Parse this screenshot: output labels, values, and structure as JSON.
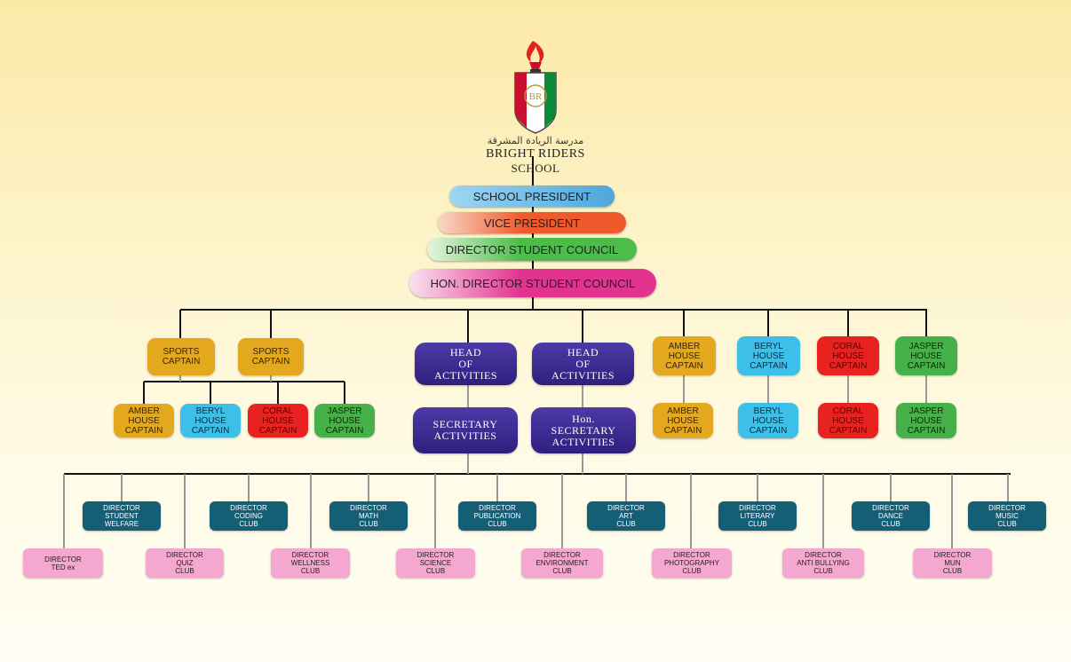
{
  "school": {
    "name_arabic": "مدرسة الريادة المشرقة",
    "name_line1": "BRIGHT RIDERS",
    "name_line2": "SCHOOL",
    "crest_letters": "BR"
  },
  "top_roles": {
    "school_president": "SCHOOL PRESIDENT",
    "vice_president": "VICE PRESIDENT",
    "director_student_council": "DIRECTOR STUDENT COUNCIL",
    "hon_director_student_council": "HON. DIRECTOR STUDENT COUNCIL"
  },
  "second_tier": {
    "sports_captain_1": "SPORTS\nCAPTAIN",
    "sports_captain_2": "SPORTS\nCAPTAIN",
    "head_activities_1": "HEAD\nOF\nACTIVITIES",
    "head_activities_2": "HEAD\nOF\nACTIVITIES",
    "amber_house_captain": "AMBER\nHOUSE\nCAPTAIN",
    "beryl_house_captain": "BERYL\nHOUSE\nCAPTAIN",
    "coral_house_captain": "CORAL\nHOUSE\nCAPTAIN",
    "jasper_house_captain": "JASPER\nHOUSE\nCAPTAIN"
  },
  "third_tier": {
    "amber_sports": "AMBER\nHOUSE\nCAPTAIN",
    "beryl_sports": "BERYL\nHOUSE\nCAPTAIN",
    "coral_sports": "CORAL\nHOUSE\nCAPTAIN",
    "jasper_sports": "JASPER\nHOUSE\nCAPTAIN",
    "secretary_activities": "SECRETARY\nACTIVITIES",
    "hon_secretary_activities": "Hon.\nSECRETARY\nACTIVITIES",
    "amber_house": "AMBER\nHOUSE\nCAPTAIN",
    "beryl_house": "BERYL\nHOUSE\nCAPTAIN",
    "coral_house": "CORAL\nHOUSE\nCAPTAIN",
    "jasper_house": "JASPER\nHOUSE\nCAPTAIN"
  },
  "directors_upper": {
    "student_welfare": "DIRECTOR\nSTUDENT\nWELFARE",
    "coding_club": "DIRECTOR\nCODING\nCLUB",
    "math_club": "DIRECTOR\nMATH\nCLUB",
    "publication_club": "DIRECTOR\nPUBLICATION\nCLUB",
    "art_club": "DIRECTOR\nART\nCLUB",
    "literary_club": "DIRECTOR\nLITERARY\nCLUB",
    "dance_club": "DIRECTOR\nDANCE\nCLUB",
    "music_club": "DIRECTOR\nMUSIC\nCLUB"
  },
  "directors_lower": {
    "ted_ex": "DIRECTOR\nTED ex",
    "quiz_club": "DIRECTOR\nQUIZ\nCLUB",
    "wellness_club": "DIRECTOR\nWELLNESS\nCLUB",
    "science_club": "DIRECTOR\nSCIENCE\nCLUB",
    "environment_club": "DIRECTOR\nENVIRONMENT\nCLUB",
    "photography_club": "DIRECTOR\nPHOTOGRAPHY\nCLUB",
    "anti_bullying_club": "DIRECTOR\nANTI BULLYING\nCLUB",
    "mun_club": "DIRECTOR\nMUN\nCLUB"
  },
  "colors": {
    "amber": "#e4a81e",
    "beryl": "#3cc0ea",
    "coral": "#e8231f",
    "jasper": "#46b148",
    "activities": "#3b2a92",
    "director_teal": "#155f76",
    "director_pink": "#f4a7cf",
    "president": "#5aaee0",
    "vice_president": "#ee5a2c",
    "director_council": "#4cbc4a",
    "hon_director": "#e2338f"
  }
}
